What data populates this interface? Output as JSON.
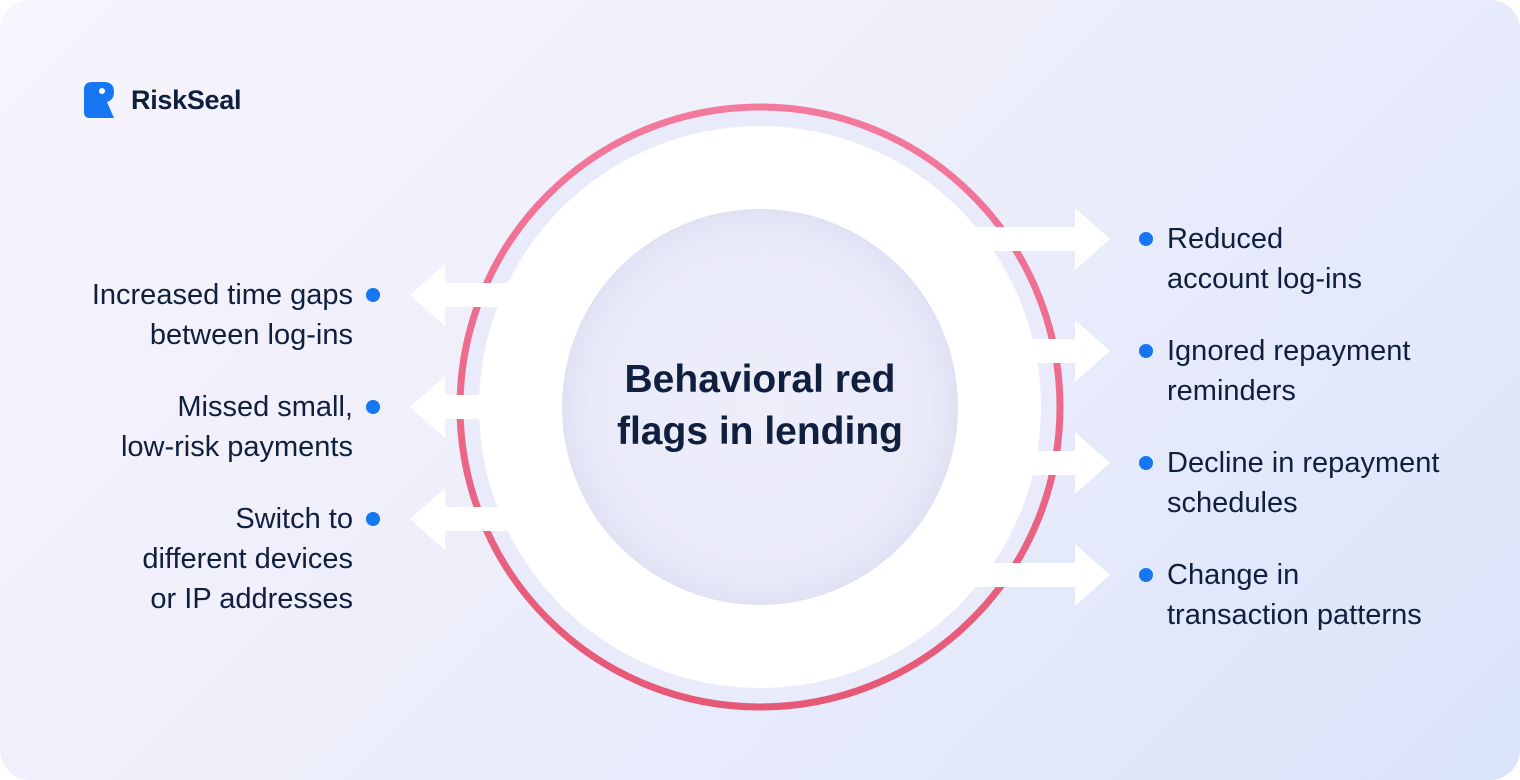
{
  "brand": {
    "name": "RiskSeal",
    "logo_icon": "seal-logo-icon",
    "accent": "#1777f2"
  },
  "title": {
    "lines": [
      "Behavioral red",
      "flags in lending"
    ]
  },
  "colors": {
    "ring_top": "#f37a9d",
    "ring_bottom": "#e55876",
    "bullet": "#1777f2",
    "text": "#0f1f3d"
  },
  "left_items": [
    {
      "lines": [
        "Increased time gaps",
        "between log-ins"
      ]
    },
    {
      "lines": [
        "Missed small,",
        "low-risk payments"
      ]
    },
    {
      "lines": [
        "Switch to",
        "different devices",
        "or IP addresses"
      ]
    }
  ],
  "right_items": [
    {
      "lines": [
        "Reduced",
        "account log-ins"
      ]
    },
    {
      "lines": [
        "Ignored repayment",
        "reminders"
      ]
    },
    {
      "lines": [
        "Decline in repayment",
        "schedules"
      ]
    },
    {
      "lines": [
        "Change in",
        "transaction patterns"
      ]
    }
  ]
}
